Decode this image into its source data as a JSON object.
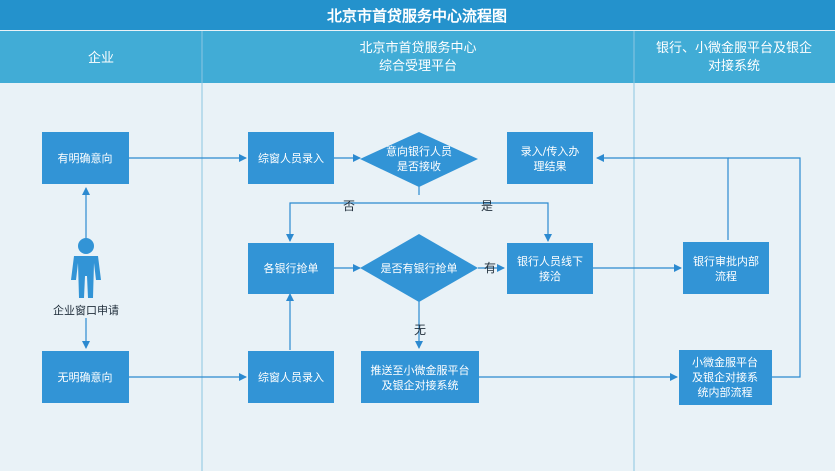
{
  "title": "北京市首贷服务中心流程图",
  "lanes": [
    {
      "label": "企业"
    },
    {
      "label_lines": [
        "北京市首贷服务中心",
        "综合受理平台"
      ]
    },
    {
      "label_lines": [
        "银行、小微金服平台及银企",
        "对接系统"
      ]
    }
  ],
  "actor": {
    "label": "企业窗口申请"
  },
  "nodes": {
    "clear_intent": "有明确意向",
    "unclear_intent": "无明确意向",
    "window_entry_top": "综窗人员录入",
    "window_entry_bottom": "综窗人员录入",
    "bank_grab": "各银行抢单",
    "push_platform": [
      "推送至小微金服平台",
      "及银企对接系统"
    ],
    "decision_accept": [
      "意向银行人员",
      "是否接收"
    ],
    "decision_grab": "是否有银行抢单",
    "entry_result": [
      "录入/传入办",
      "理结果"
    ],
    "bank_offline": [
      "银行人员线下",
      "接洽"
    ],
    "bank_review": [
      "银行审批内部",
      "流程"
    ],
    "platform_process": [
      "小微金服平台",
      "及银企对接系",
      "统内部流程"
    ]
  },
  "edge_labels": {
    "no": "否",
    "yes": "是",
    "has": "有",
    "none": "无"
  },
  "colors": {
    "header": "#2492cc",
    "lane_header": "#41acd6",
    "lane_body": "#e9f2f7",
    "box": "#3294d6",
    "arrow": "#2c8ad0",
    "text_on_dark": "#ffffff",
    "text_dark": "#1f2d3a"
  }
}
